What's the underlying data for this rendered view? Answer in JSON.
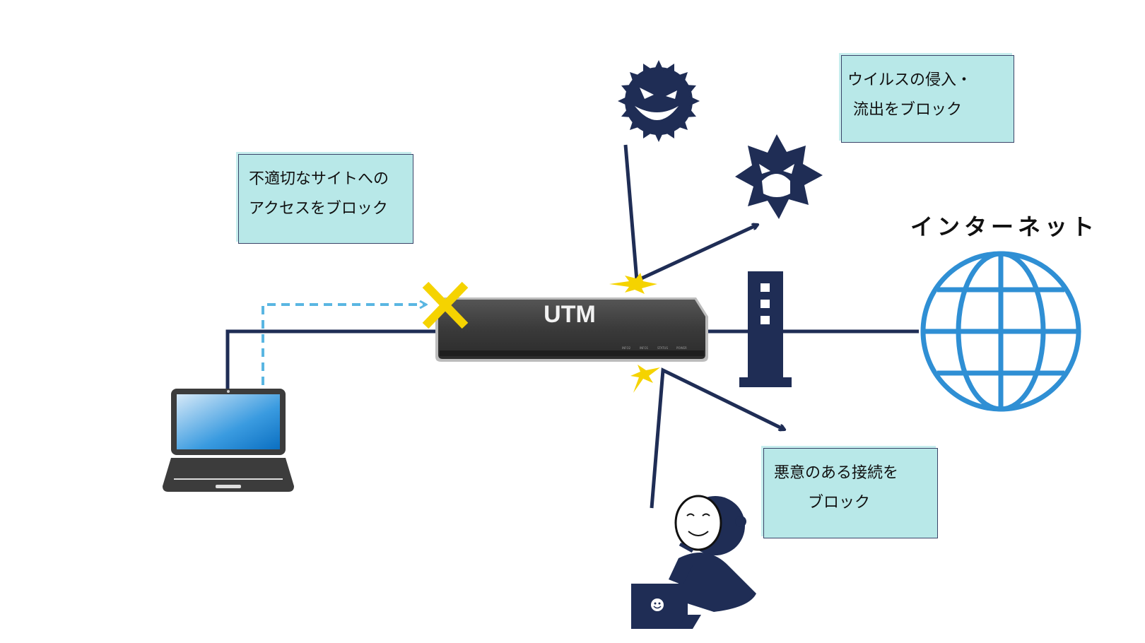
{
  "labels": {
    "internet": "インターネット",
    "utm": "UTM",
    "device_ports": [
      "INFO2",
      "INFO1",
      "STATUS",
      "POWER"
    ]
  },
  "callouts": {
    "inappropriate_sites": {
      "line1": "不適切なサイトへの",
      "line2": "アクセスをブロック"
    },
    "virus": {
      "line1": "ウイルスの侵入・",
      "line2": "流出をブロック"
    },
    "malicious": {
      "line1": "悪意のある接続を",
      "line2": "ブロック"
    }
  },
  "colors": {
    "navy": "#1f2d55",
    "callout_bg": "#b8e8e8",
    "globe": "#2f8fd4",
    "dashed_path": "#5ab6e2",
    "block_x": "#f5d300",
    "device": "#3c3c3c"
  },
  "icons": [
    "laptop-icon",
    "utm-device",
    "router-tower-icon",
    "globe-icon",
    "virus-icon",
    "malware-icon",
    "hacker-icon",
    "block-x-icon",
    "spark-icon"
  ]
}
